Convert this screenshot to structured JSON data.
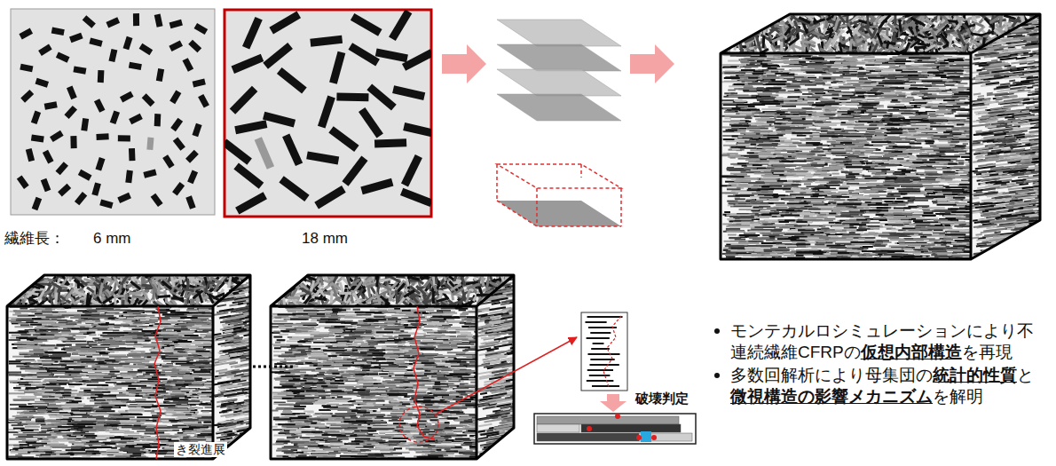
{
  "diagram": {
    "labels": [
      "繊維長：",
      "6 mm",
      "18 mm",
      "き裂進展",
      "破壊判定",
      "モンテカルロシミュレーションにより不連続繊維CFRPの",
      "仮想内部構造",
      "を再現",
      "多数回解析により母集団の",
      "統計的性質",
      "と",
      "微視構造の影響メカニズム",
      "を解明"
    ]
  }
}
